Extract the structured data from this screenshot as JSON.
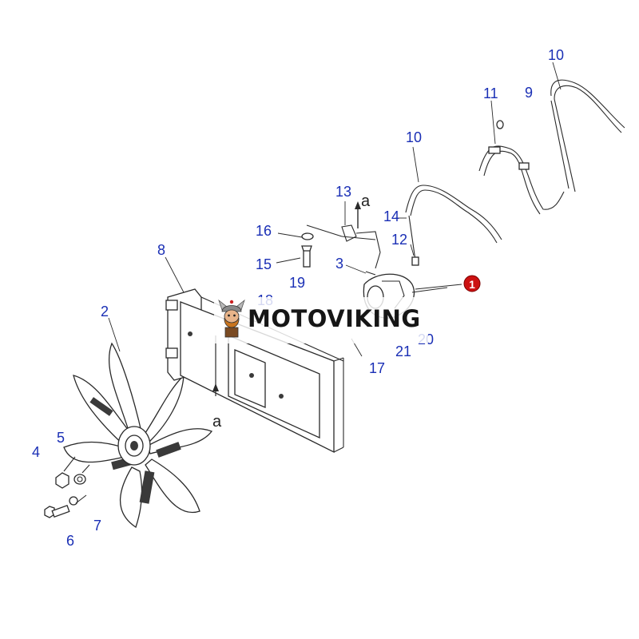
{
  "watermark": {
    "text": "MOTOVIKING"
  },
  "callouts": {
    "c1": "1",
    "c2": "2",
    "c3": "3",
    "c4": "4",
    "c5": "5",
    "c6": "6",
    "c7": "7",
    "c8": "8",
    "c9": "9",
    "c10a": "10",
    "c10b": "10",
    "c11": "11",
    "c12": "12",
    "c13": "13",
    "c14": "14",
    "c15": "15",
    "c16": "16",
    "c17": "17",
    "c18": "18",
    "c19": "19",
    "c20": "20",
    "c21": "21"
  },
  "markers": {
    "top": "a",
    "bottom": "a"
  },
  "colors": {
    "callout": "#1a2fb5",
    "highlight": "#cc1111"
  }
}
